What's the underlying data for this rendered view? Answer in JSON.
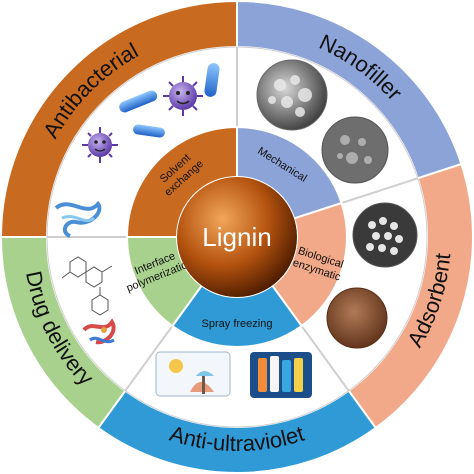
{
  "center": {
    "label": "Lignin"
  },
  "outer_ring": [
    {
      "label": "Antibacterial",
      "color": "#c96a21"
    },
    {
      "label": "Nanofiller",
      "color": "#8ca3d8"
    },
    {
      "label": "Adsorbent",
      "color": "#f1a989"
    },
    {
      "label": "Anti-ultraviolet",
      "color": "#2f9ad6"
    },
    {
      "label": "Drug delivery",
      "color": "#a9d18e"
    }
  ],
  "inner_ring": [
    {
      "line1": "Solvent",
      "line2": "exchange",
      "color": "#c96a21"
    },
    {
      "line1": "Mechanical",
      "line2": "",
      "color": "#8ca3d8"
    },
    {
      "line1": "Biological",
      "line2": "enzymatic",
      "color": "#f1a989"
    },
    {
      "line1": "Spray freezing",
      "line2": "",
      "color": "#2f9ad6"
    },
    {
      "line1": "Interface",
      "line2": "polymerization",
      "color": "#a9d18e"
    }
  ],
  "colors": {
    "ring_border": "#cfcfcf",
    "sphere_light": "#f2a65a",
    "sphere_mid": "#b4530f",
    "sphere_dark": "#4a1a00"
  },
  "illustrations": {
    "antibacterial": "cartoon virus and rod bacteria",
    "nanofiller": "SEM micrographs of nanoparticles",
    "adsorbent": "SEM micrograph and brown powder",
    "anti_ultraviolet": "sun shielding illustration and sunscreen bottles",
    "drug_delivery": "molecular structures"
  }
}
